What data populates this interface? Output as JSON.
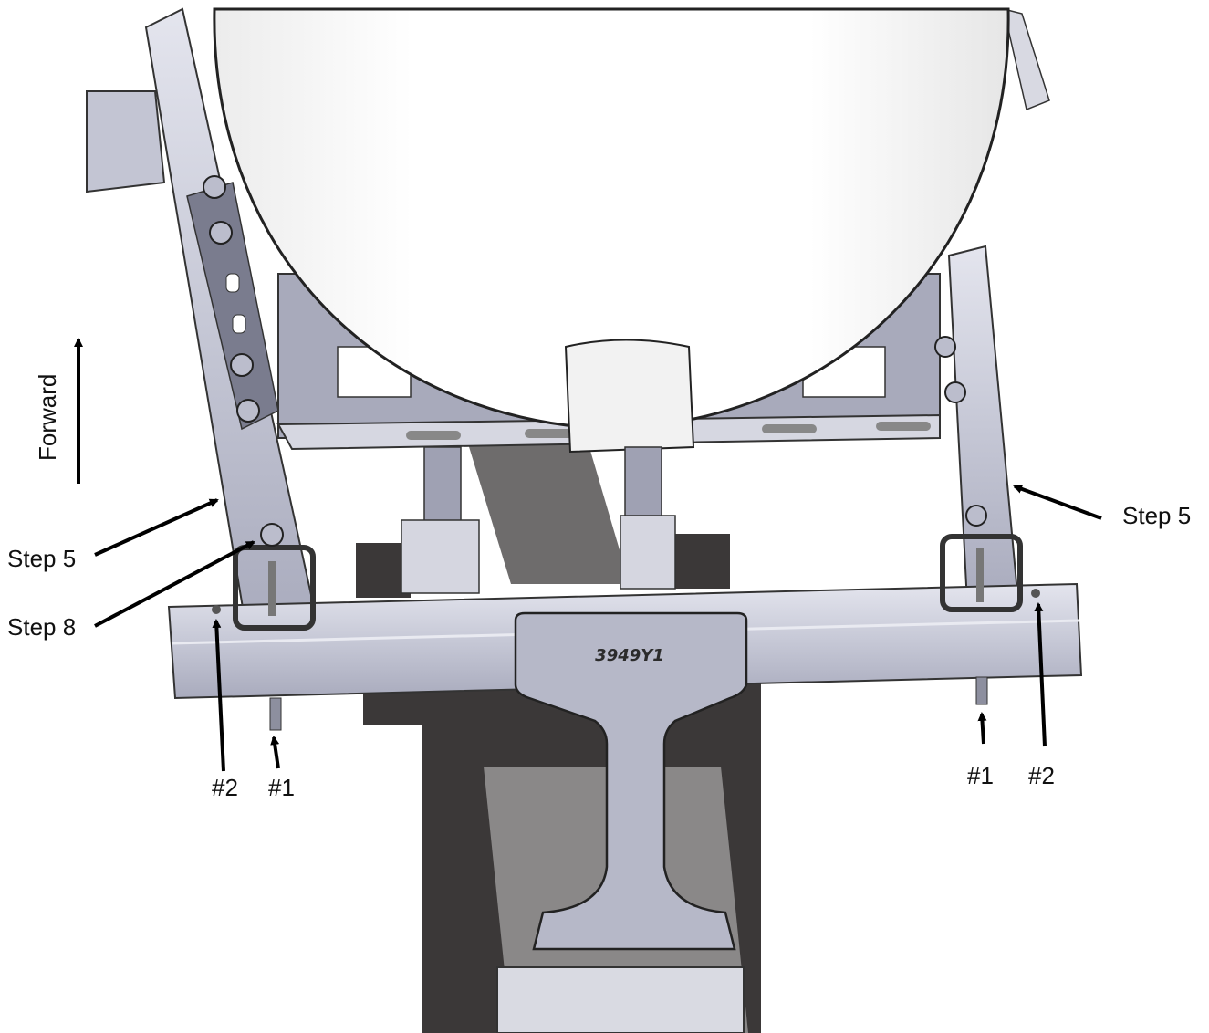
{
  "diagram": {
    "labels": {
      "forward": "Forward",
      "step5_left": "Step 5",
      "step5_right": "Step 5",
      "step8": "Step 8",
      "hole2_left": "#2",
      "bolt1_left": "#1",
      "bolt1_right": "#1",
      "hole2_right": "#2"
    },
    "part_number": "3949Y1",
    "colors": {
      "steel": "#c8cad8",
      "steel_dark": "#9a9cae",
      "dark_frame": "#3b3838",
      "tank": "#fbfbfb",
      "arrow": "#000000"
    }
  }
}
